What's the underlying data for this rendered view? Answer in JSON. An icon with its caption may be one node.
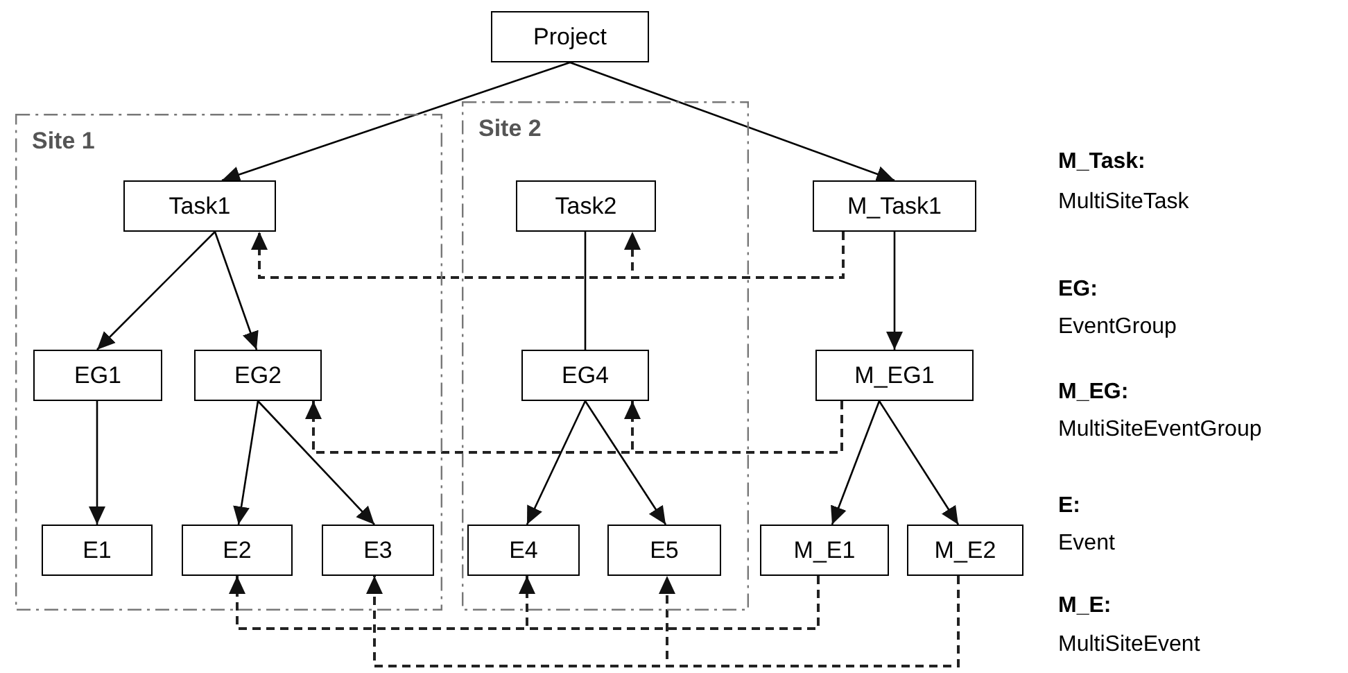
{
  "diagram": {
    "nodes": [
      {
        "text": [
          "Project"
        ]
      },
      {
        "text": [
          "Site 1"
        ]
      },
      {
        "text": [
          "Task1"
        ],
        "in": 1
      },
      {
        "text": [
          "EG1"
        ],
        "in": 1
      },
      {
        "text": [
          "EG2"
        ],
        "in": 1
      },
      {
        "text": [
          "E1"
        ],
        "in": 1
      },
      {
        "text": [
          "E2"
        ],
        "in": 1
      },
      {
        "text": [
          "E3"
        ],
        "in": 1
      },
      {
        "text": [
          "Site 2"
        ]
      },
      {
        "text": [
          "Task2"
        ],
        "in": 8
      },
      {
        "text": [
          "EG4"
        ],
        "in": 8
      },
      {
        "text": [
          "E4"
        ],
        "in": 8
      },
      {
        "text": [
          "E5"
        ],
        "in": 8
      },
      {
        "text": [
          "M_Task1"
        ]
      },
      {
        "text": [
          "M_EG1"
        ]
      },
      {
        "text": [
          "M_E1"
        ]
      },
      {
        "text": [
          "M_E2"
        ]
      }
    ],
    "edges": [
      {
        "from": 0,
        "to": 2,
        "arrow": "to"
      },
      {
        "from": 0,
        "to": 13,
        "arrow": "to"
      },
      {
        "from": 2,
        "to": 3,
        "arrow": "to"
      },
      {
        "from": 2,
        "to": 4,
        "arrow": "to"
      },
      {
        "from": 3,
        "to": 5,
        "arrow": "to"
      },
      {
        "from": 4,
        "to": 6,
        "arrow": "to"
      },
      {
        "from": 4,
        "to": 7,
        "arrow": "to"
      },
      {
        "from": 9,
        "to": 10,
        "arrow": "none"
      },
      {
        "from": 10,
        "to": 11,
        "arrow": "to"
      },
      {
        "from": 10,
        "to": 12,
        "arrow": "to"
      },
      {
        "from": 13,
        "to": 14,
        "arrow": "to"
      },
      {
        "from": 14,
        "to": 15,
        "arrow": "to"
      },
      {
        "from": 14,
        "to": 16,
        "arrow": "to"
      },
      {
        "from": 13,
        "to": 2,
        "arrow": "to",
        "style": "dashed"
      },
      {
        "from": 13,
        "to": 9,
        "arrow": "to",
        "style": "dashed"
      },
      {
        "from": 14,
        "to": 4,
        "arrow": "to",
        "style": "dashed"
      },
      {
        "from": 14,
        "to": 10,
        "arrow": "to",
        "style": "dashed"
      },
      {
        "from": 15,
        "to": 6,
        "arrow": "to",
        "style": "dashed"
      },
      {
        "from": 15,
        "to": 11,
        "arrow": "to",
        "style": "dashed"
      },
      {
        "from": 16,
        "to": 7,
        "arrow": "to",
        "style": "dashed"
      },
      {
        "from": 16,
        "to": 12,
        "arrow": "to",
        "style": "dashed"
      }
    ],
    "labels": [
      "M_Task:",
      "MultiSiteTask",
      "EG:",
      "EventGroup",
      "M_EG:",
      "MultiSiteEventGroup",
      "E:",
      "Event",
      "M_E:",
      "MultiSiteEvent"
    ]
  }
}
